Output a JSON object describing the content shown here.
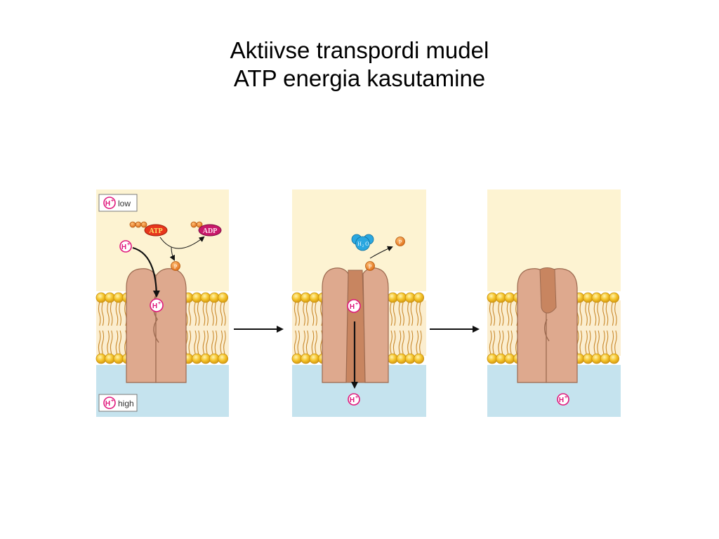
{
  "slide": {
    "title_line1": "Aktiivse transpordi mudel",
    "title_line2": "ATP energia kasutamine"
  },
  "diagram": {
    "ion": "H",
    "ion_charge": "+",
    "legend_top": "low",
    "legend_bottom": "high",
    "atp": "ATP",
    "adp": "ADP",
    "phosphate": "P",
    "water": "H",
    "water_sub": "2",
    "water_o": "O"
  },
  "colors": {
    "outside": "#fdf3d2",
    "inside": "#c5e3ee",
    "protein": "#dea98e",
    "protein_channel": "#c88560",
    "lipid_head": "#f5c42a",
    "ion_pink": "#e0197d",
    "atp_red": "#e8361c",
    "adp_magenta": "#c8186a",
    "phosphate_orange": "#f08a1e",
    "water_blue": "#2aa7e0"
  }
}
